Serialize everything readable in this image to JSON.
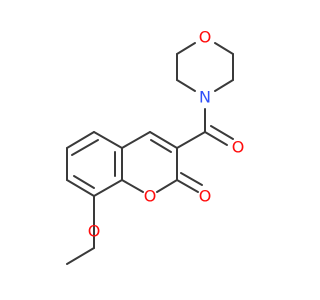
{
  "molecule": {
    "atoms": {
      "morpholine_oxygen": {
        "symbol": "O",
        "color": "#ff0d0d"
      },
      "morpholine_nitrogen": {
        "symbol": "N",
        "color": "#3050f8"
      },
      "carbonyl_oxygen": {
        "symbol": "O",
        "color": "#ff0d0d"
      },
      "ring_oxygen": {
        "symbol": "O",
        "color": "#ff0d0d"
      },
      "lactone_oxygen": {
        "symbol": "O",
        "color": "#ff0d0d"
      },
      "methoxy_oxygen": {
        "symbol": "O",
        "color": "#ff0d0d"
      }
    },
    "bond_color": "#3a3a3a"
  }
}
